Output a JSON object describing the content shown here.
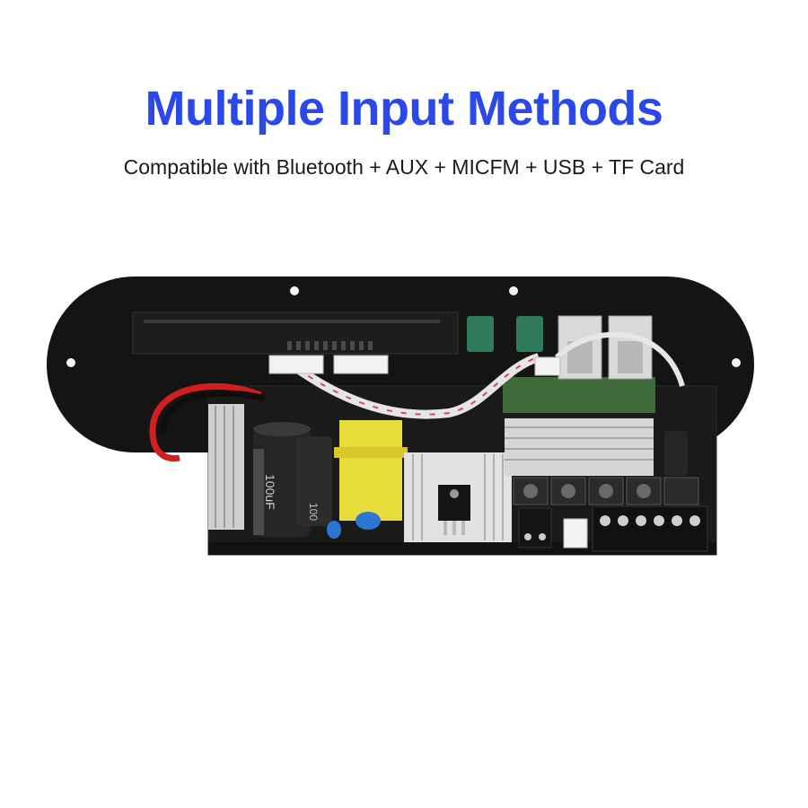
{
  "headline": "Multiple Input Methods",
  "subheadline": "Compatible with Bluetooth + AUX + MICFM + USB + TF Card",
  "colors": {
    "headline": "#2b48e8",
    "subheadline": "#1a1a1a",
    "background": "#ffffff",
    "panel": "#141414"
  },
  "product_image": {
    "marks": {
      "capacitor_label": "100",
      "capacitor_label_b": "100uF"
    }
  }
}
